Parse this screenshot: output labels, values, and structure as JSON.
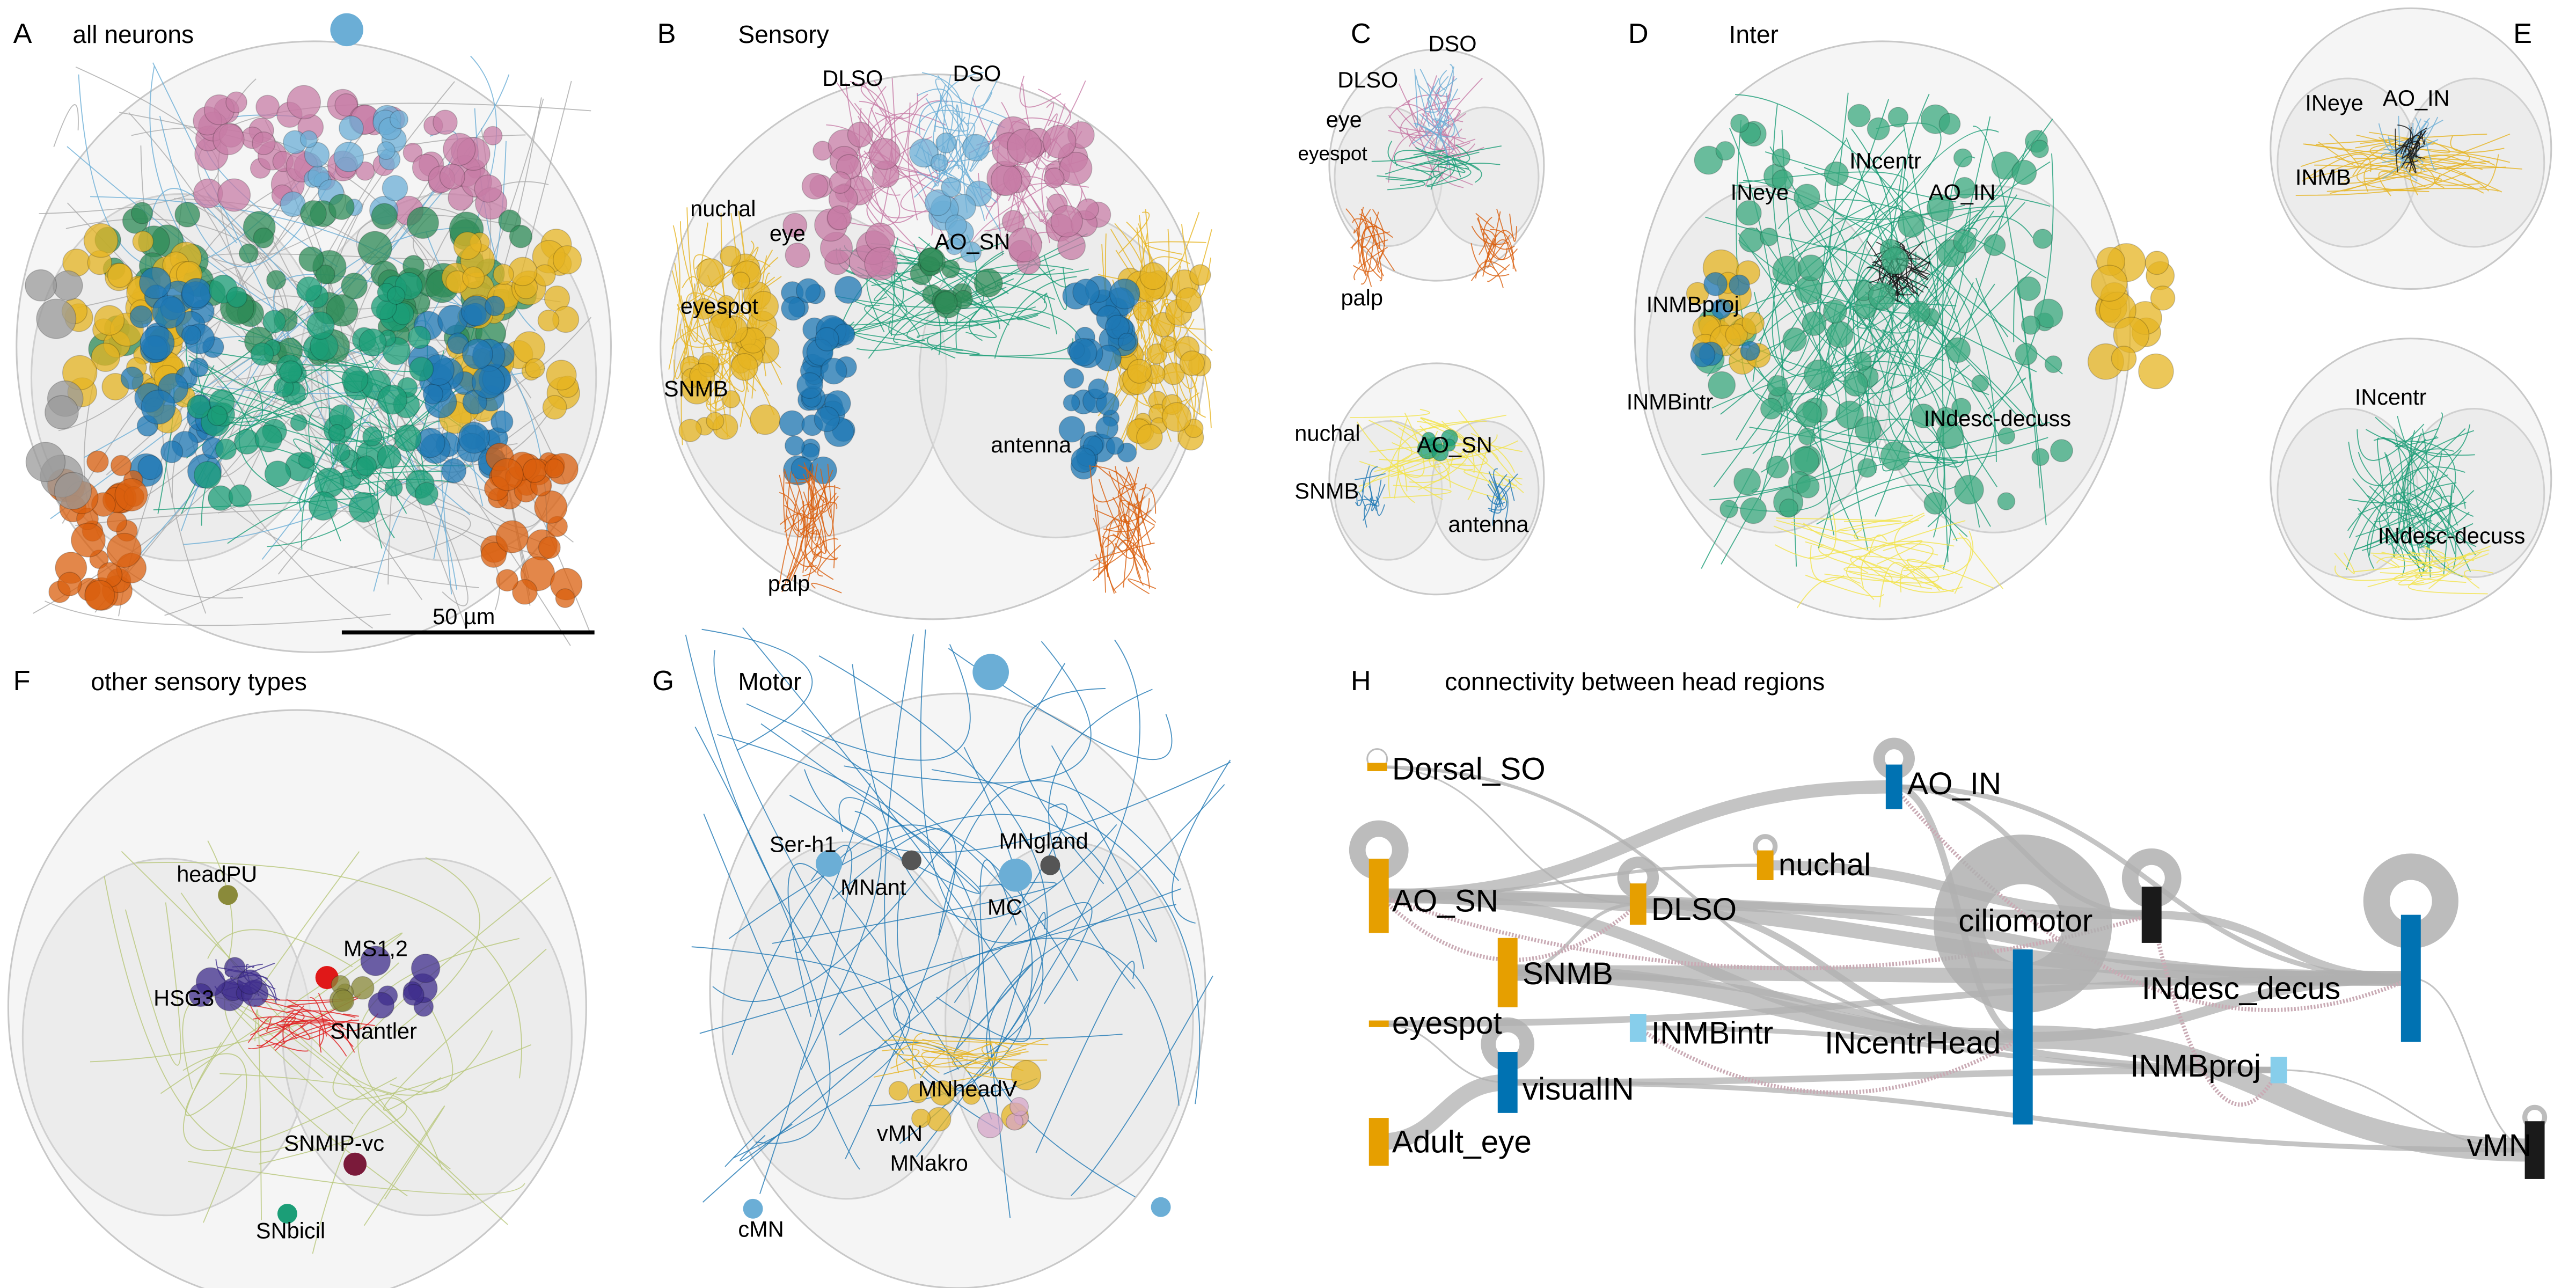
{
  "panels": {
    "A": {
      "letter": "A",
      "title": "all neurons",
      "scale_bar": "50 µm"
    },
    "B": {
      "letter": "B",
      "title": "Sensory",
      "labels": [
        "DLSO",
        "DSO",
        "nuchal",
        "eye",
        "AO_SN",
        "eyespot",
        "SNMB",
        "antenna",
        "palp"
      ]
    },
    "C": {
      "letter": "C",
      "top_labels": [
        "DSO",
        "DLSO",
        "eye",
        "eyespot",
        "palp"
      ],
      "bottom_labels": [
        "nuchal",
        "AO_SN",
        "SNMB",
        "antenna"
      ]
    },
    "D": {
      "letter": "D",
      "title": "Inter",
      "labels": [
        "INeye",
        "INcentr",
        "AO_IN",
        "INMBproj",
        "INMBintr",
        "INdesc-decuss"
      ]
    },
    "E": {
      "letter": "E",
      "top_labels": [
        "INeye",
        "AO_IN",
        "INMB"
      ],
      "bottom_labels": [
        "INcentr",
        "INdesc-decuss"
      ]
    },
    "F": {
      "letter": "F",
      "title": "other sensory types",
      "labels": [
        "headPU",
        "MS1,2",
        "HSG3",
        "SNantler",
        "SNMIP-vc",
        "SNbicil"
      ]
    },
    "G": {
      "letter": "G",
      "title": "Motor",
      "labels": [
        "Ser-h1",
        "MNgland",
        "MNant",
        "MC",
        "MNheadV",
        "vMN",
        "MNakro",
        "cMN"
      ]
    },
    "H": {
      "letter": "H",
      "title": "connectivity between head regions"
    }
  },
  "colors": {
    "sensory": "#E69F00",
    "inter": "#0072B2",
    "inter_light": "#87CEEB",
    "motor": "#1a1a1a",
    "edge": "#b0b0b0",
    "reciprocal": "#c9aab4"
  },
  "network": {
    "nodes": [
      {
        "id": "Dorsal_SO",
        "group": "sensory"
      },
      {
        "id": "AO_IN",
        "group": "inter"
      },
      {
        "id": "nuchal",
        "group": "sensory"
      },
      {
        "id": "AO_SN",
        "group": "sensory"
      },
      {
        "id": "DLSO",
        "group": "sensory"
      },
      {
        "id": "ciliomotor",
        "group": "motor"
      },
      {
        "id": "SNMB",
        "group": "sensory"
      },
      {
        "id": "INdesc_decus",
        "group": "inter"
      },
      {
        "id": "eyespot",
        "group": "sensory"
      },
      {
        "id": "INMBintr",
        "group": "inter_light"
      },
      {
        "id": "INcentrHead",
        "group": "inter"
      },
      {
        "id": "INMBproj",
        "group": "inter_light"
      },
      {
        "id": "visualIN",
        "group": "inter"
      },
      {
        "id": "Adult_eye",
        "group": "sensory"
      },
      {
        "id": "vMN",
        "group": "motor"
      }
    ],
    "edges": [
      [
        "AO_SN",
        "AO_IN",
        8
      ],
      [
        "AO_SN",
        "INdesc_decus",
        9
      ],
      [
        "AO_SN",
        "INcentrHead",
        7
      ],
      [
        "AO_SN",
        "ciliomotor",
        5
      ],
      [
        "SNMB",
        "INcentrHead",
        10
      ],
      [
        "SNMB",
        "INdesc_decus",
        9
      ],
      [
        "SNMB",
        "INMBproj",
        4
      ],
      [
        "DLSO",
        "INdesc_decus",
        6
      ],
      [
        "DLSO",
        "INcentrHead",
        4
      ],
      [
        "nuchal",
        "ciliomotor",
        6
      ],
      [
        "nuchal",
        "AO_SN",
        2
      ],
      [
        "Dorsal_SO",
        "INcentrHead",
        2
      ],
      [
        "Dorsal_SO",
        "DLSO",
        1
      ],
      [
        "AO_IN",
        "ciliomotor",
        3
      ],
      [
        "AO_IN",
        "INcentrHead",
        4
      ],
      [
        "AO_IN",
        "INdesc_decus",
        3
      ],
      [
        "eyespot",
        "INdesc_decus",
        4
      ],
      [
        "eyespot",
        "visualIN",
        1
      ],
      [
        "Adult_eye",
        "visualIN",
        10
      ],
      [
        "visualIN",
        "INMBproj",
        4
      ],
      [
        "visualIN",
        "vMN",
        3
      ],
      [
        "INcentrHead",
        "vMN",
        14
      ],
      [
        "INcentrHead",
        "INdesc_decus",
        6
      ],
      [
        "INMBintr",
        "INMBproj",
        3
      ],
      [
        "ciliomotor",
        "INdesc_decus",
        5
      ],
      [
        "INdesc_decus",
        "vMN",
        1
      ],
      [
        "INMBproj",
        "vMN",
        1
      ],
      [
        "SNMB",
        "DLSO",
        2
      ]
    ],
    "loops": [
      [
        "AO_SN",
        10
      ],
      [
        "AO_IN",
        7
      ],
      [
        "DLSO",
        7
      ],
      [
        "nuchal",
        3
      ],
      [
        "ciliomotor",
        10
      ],
      [
        "INdesc_decus",
        16
      ],
      [
        "INcentrHead",
        30
      ],
      [
        "visualIN",
        9
      ],
      [
        "Dorsal_SO",
        1
      ],
      [
        "vMN",
        3
      ]
    ],
    "reciprocal": [
      [
        "AO_SN",
        "ciliomotor"
      ],
      [
        "INMBintr",
        "INcentrHead"
      ],
      [
        "AO_SN",
        "DLSO"
      ],
      [
        "AO_IN",
        "INdesc_decus"
      ],
      [
        "ciliomotor",
        "INMBproj"
      ]
    ]
  }
}
